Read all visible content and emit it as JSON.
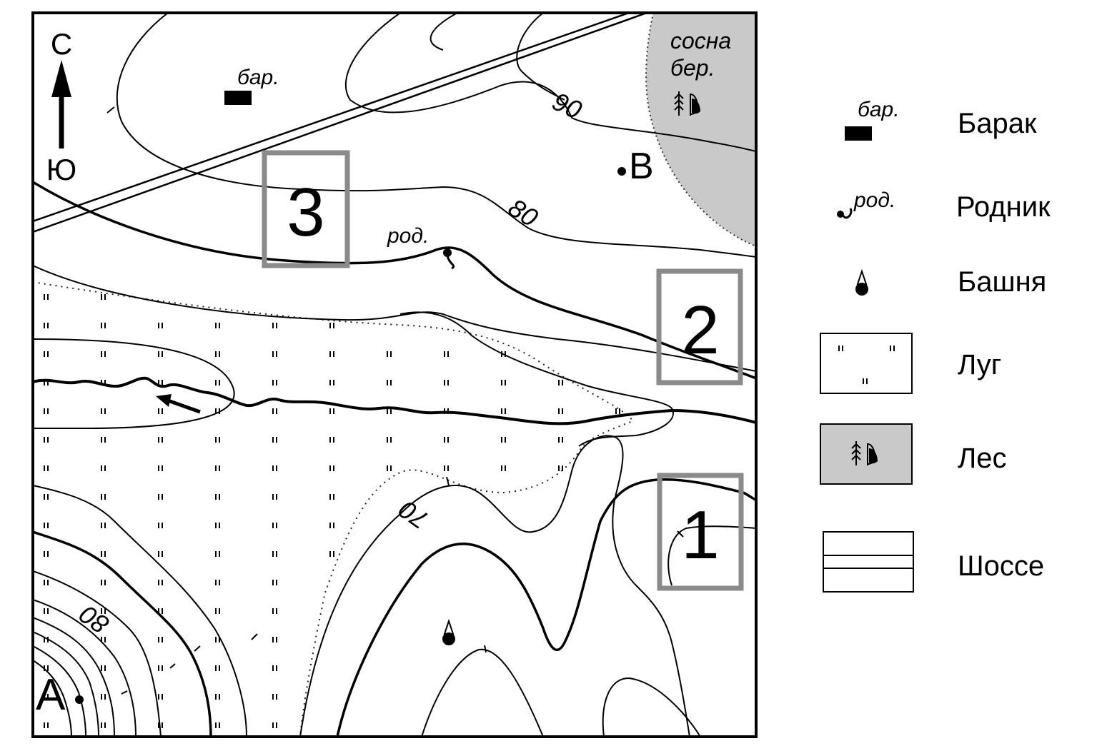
{
  "map": {
    "compass": {
      "north": "С",
      "south": "Ю"
    },
    "points": {
      "a": "А",
      "b": "В"
    },
    "contours": {
      "c90": "90",
      "c80": "80",
      "c70": "70",
      "c80sw": "80"
    },
    "map_labels": {
      "barrack": "бар.",
      "spring": "род.",
      "forest_line1": "сосна",
      "forest_line2": "бер."
    },
    "areas": {
      "one": "1",
      "two": "2",
      "three": "3"
    }
  },
  "legend": {
    "items": [
      {
        "icon": "barrack-icon",
        "sublabel": "бар.",
        "label": "Барак"
      },
      {
        "icon": "spring-icon",
        "sublabel": "род.",
        "label": "Родник"
      },
      {
        "icon": "tower-icon",
        "label": "Башня"
      },
      {
        "icon": "meadow-icon",
        "label": "Луг"
      },
      {
        "icon": "forest-icon",
        "label": "Лес"
      },
      {
        "icon": "highway-icon",
        "label": "Шоссе"
      }
    ]
  },
  "colors": {
    "frame": "#000000",
    "forest": "#c9c9c9",
    "area_box": "#8a8a8a"
  }
}
